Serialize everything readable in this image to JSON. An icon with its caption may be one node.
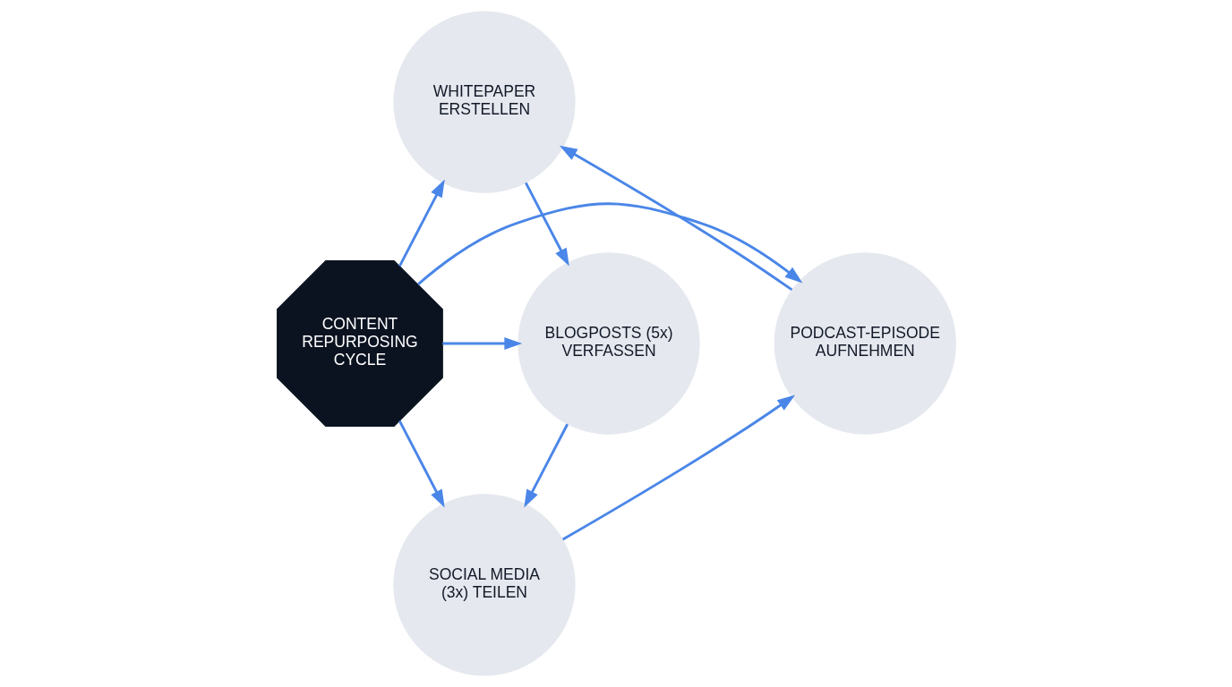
{
  "diagram": {
    "nodes": [
      {
        "text": [
          "CONTENT REPURPOSING CYCLE"
        ]
      },
      {
        "text": [
          "WHITEPAPER ERSTELLEN"
        ]
      },
      {
        "text": [
          "BLOGPOSTS (5x) VERFASSEN"
        ]
      },
      {
        "text": [
          "SOCIAL MEDIA (3x) TEILEN"
        ]
      },
      {
        "text": [
          "PODCAST-EPISODE AUFNEHMEN"
        ]
      }
    ],
    "edges": [
      {
        "from": 1,
        "to": 2,
        "arrow": "to"
      },
      {
        "from": 2,
        "to": 3,
        "arrow": "to"
      },
      {
        "from": 3,
        "to": 4,
        "arrow": "to"
      },
      {
        "from": 4,
        "to": 1,
        "arrow": "to"
      },
      {
        "from": 0,
        "to": 1,
        "arrow": "to"
      },
      {
        "from": 0,
        "to": 2,
        "arrow": "to"
      },
      {
        "from": 0,
        "to": 3,
        "arrow": "to"
      },
      {
        "from": 0,
        "to": 4,
        "arrow": "to"
      }
    ]
  }
}
